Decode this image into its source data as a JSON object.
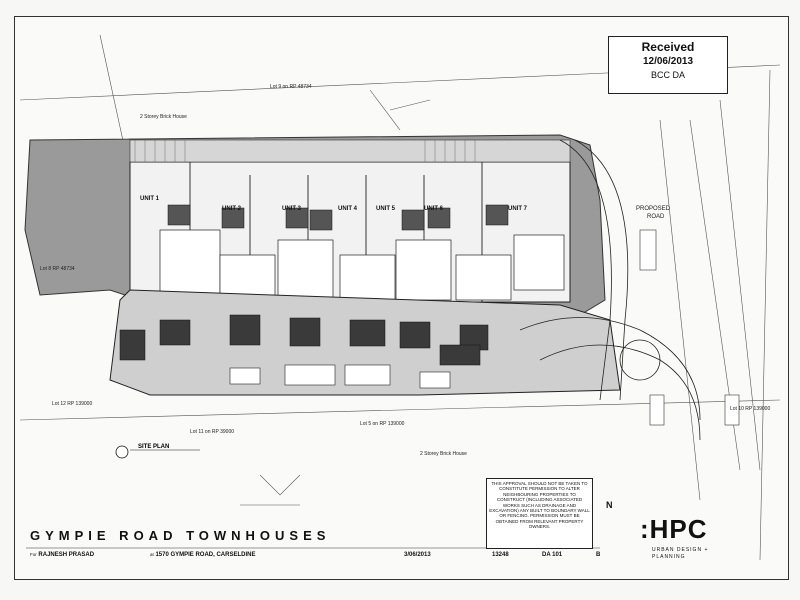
{
  "stamp": {
    "line1": "Received",
    "line2": "12/06/2013",
    "line3": "BCC DA"
  },
  "plan": {
    "units": [
      "UNIT 1",
      "UNIT 2",
      "UNIT 3",
      "UNIT 4",
      "UNIT 5",
      "UNIT 6",
      "UNIT 7"
    ],
    "proposed_road": [
      "PROPOSED",
      "ROAD"
    ],
    "site_plan_label": "SITE PLAN",
    "top_neighbour": "2 Storey Brick House",
    "bottom_neighbour": "2 Storey Brick House",
    "lot_bottom": "Lot 5 on RP 139000",
    "lot_bottom_left": "Lot 11 on RP 39000",
    "lot_left": "Lot 12 RP 139000",
    "lot_left2": "Lot 8 RP 48734",
    "lot_top": "Lot 9 on RP 48734",
    "lot_right": "Lot 10 RP 139000"
  },
  "note_text": "This approval should not be taken to constitute permission to alter neighbouring properties to construct (including associated works such as drainage and excavation) any built to boundary wall or fencing. Permission must be obtained from relevant property owners.",
  "title_block": {
    "project": "GYMPIE ROAD TOWNHOUSES",
    "client": "RAJNESH PRASAD",
    "client_prefix": "For",
    "address_prefix": "at",
    "address": "1570 GYMPIE ROAD, CARSELDINE",
    "date": "3/06/2013",
    "project_no": "13248",
    "drawing": "DA 101",
    "revision": "B",
    "north": "N"
  },
  "firm": {
    "name": ":HPC",
    "sub1": "URBAN DESIGN +",
    "sub2": "PLANNING"
  }
}
